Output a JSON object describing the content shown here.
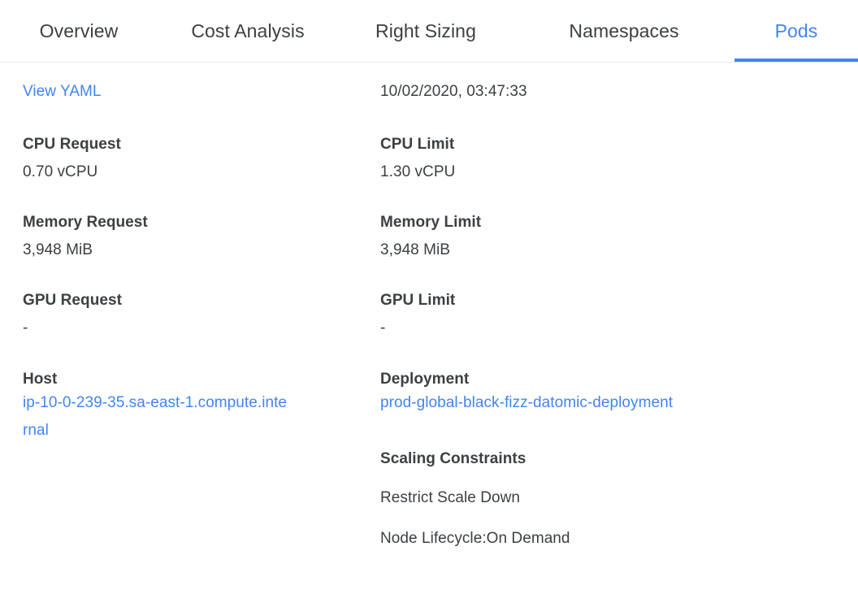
{
  "colors": {
    "accent": "#4285f4",
    "text": "#3c4043",
    "divider": "#e8e8e8",
    "background": "#ffffff"
  },
  "tabs": [
    {
      "label": "Overview",
      "active": false
    },
    {
      "label": "Cost Analysis",
      "active": false
    },
    {
      "label": "Right Sizing",
      "active": false
    },
    {
      "label": "Namespaces",
      "active": false
    },
    {
      "label": "Pods",
      "active": true
    }
  ],
  "detail": {
    "view_yaml_label": "View YAML",
    "timestamp": "10/02/2020, 03:47:33",
    "left": {
      "cpu_request_label": "CPU Request",
      "cpu_request_value": "0.70 vCPU",
      "memory_request_label": "Memory Request",
      "memory_request_value": "3,948 MiB",
      "gpu_request_label": "GPU Request",
      "gpu_request_value": "-",
      "host_label": "Host",
      "host_value": "ip-10-0-239-35.sa-east-1.compute.internal"
    },
    "right": {
      "cpu_limit_label": "CPU Limit",
      "cpu_limit_value": "1.30 vCPU",
      "memory_limit_label": "Memory Limit",
      "memory_limit_value": "3,948 MiB",
      "gpu_limit_label": "GPU Limit",
      "gpu_limit_value": "-",
      "deployment_label": "Deployment",
      "deployment_value": "prod-global-black-fizz-datomic-deployment",
      "scaling_constraints_label": "Scaling Constraints",
      "constraint_restrict_scale_down": "Restrict Scale Down",
      "constraint_node_lifecycle": "Node Lifecycle:On Demand"
    }
  }
}
